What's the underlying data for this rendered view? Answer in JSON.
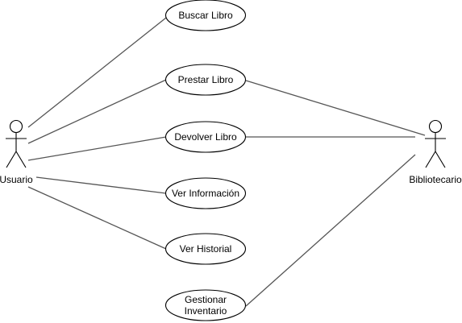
{
  "actors": {
    "usuario": {
      "label": "Usuario"
    },
    "bibliotecario": {
      "label": "Bibliotecario"
    }
  },
  "use_cases": [
    {
      "id": "buscar",
      "lines": [
        "Buscar Libro"
      ]
    },
    {
      "id": "prestar",
      "lines": [
        "Prestar Libro"
      ]
    },
    {
      "id": "devolver",
      "lines": [
        "Devolver Libro"
      ]
    },
    {
      "id": "ver-info",
      "lines": [
        "Ver Información"
      ]
    },
    {
      "id": "ver-historial",
      "lines": [
        "Ver Historial"
      ]
    },
    {
      "id": "gestionar",
      "lines": [
        "Gestionar",
        "Inventario"
      ]
    }
  ],
  "associations": [
    {
      "actor": "usuario",
      "use_case": "buscar"
    },
    {
      "actor": "usuario",
      "use_case": "prestar"
    },
    {
      "actor": "usuario",
      "use_case": "devolver"
    },
    {
      "actor": "usuario",
      "use_case": "ver-info"
    },
    {
      "actor": "usuario",
      "use_case": "ver-historial"
    },
    {
      "actor": "bibliotecario",
      "use_case": "prestar"
    },
    {
      "actor": "bibliotecario",
      "use_case": "devolver"
    },
    {
      "actor": "bibliotecario",
      "use_case": "gestionar"
    }
  ],
  "colors": {
    "line": "#555555",
    "outline": "#000000",
    "background": "#ffffff"
  }
}
